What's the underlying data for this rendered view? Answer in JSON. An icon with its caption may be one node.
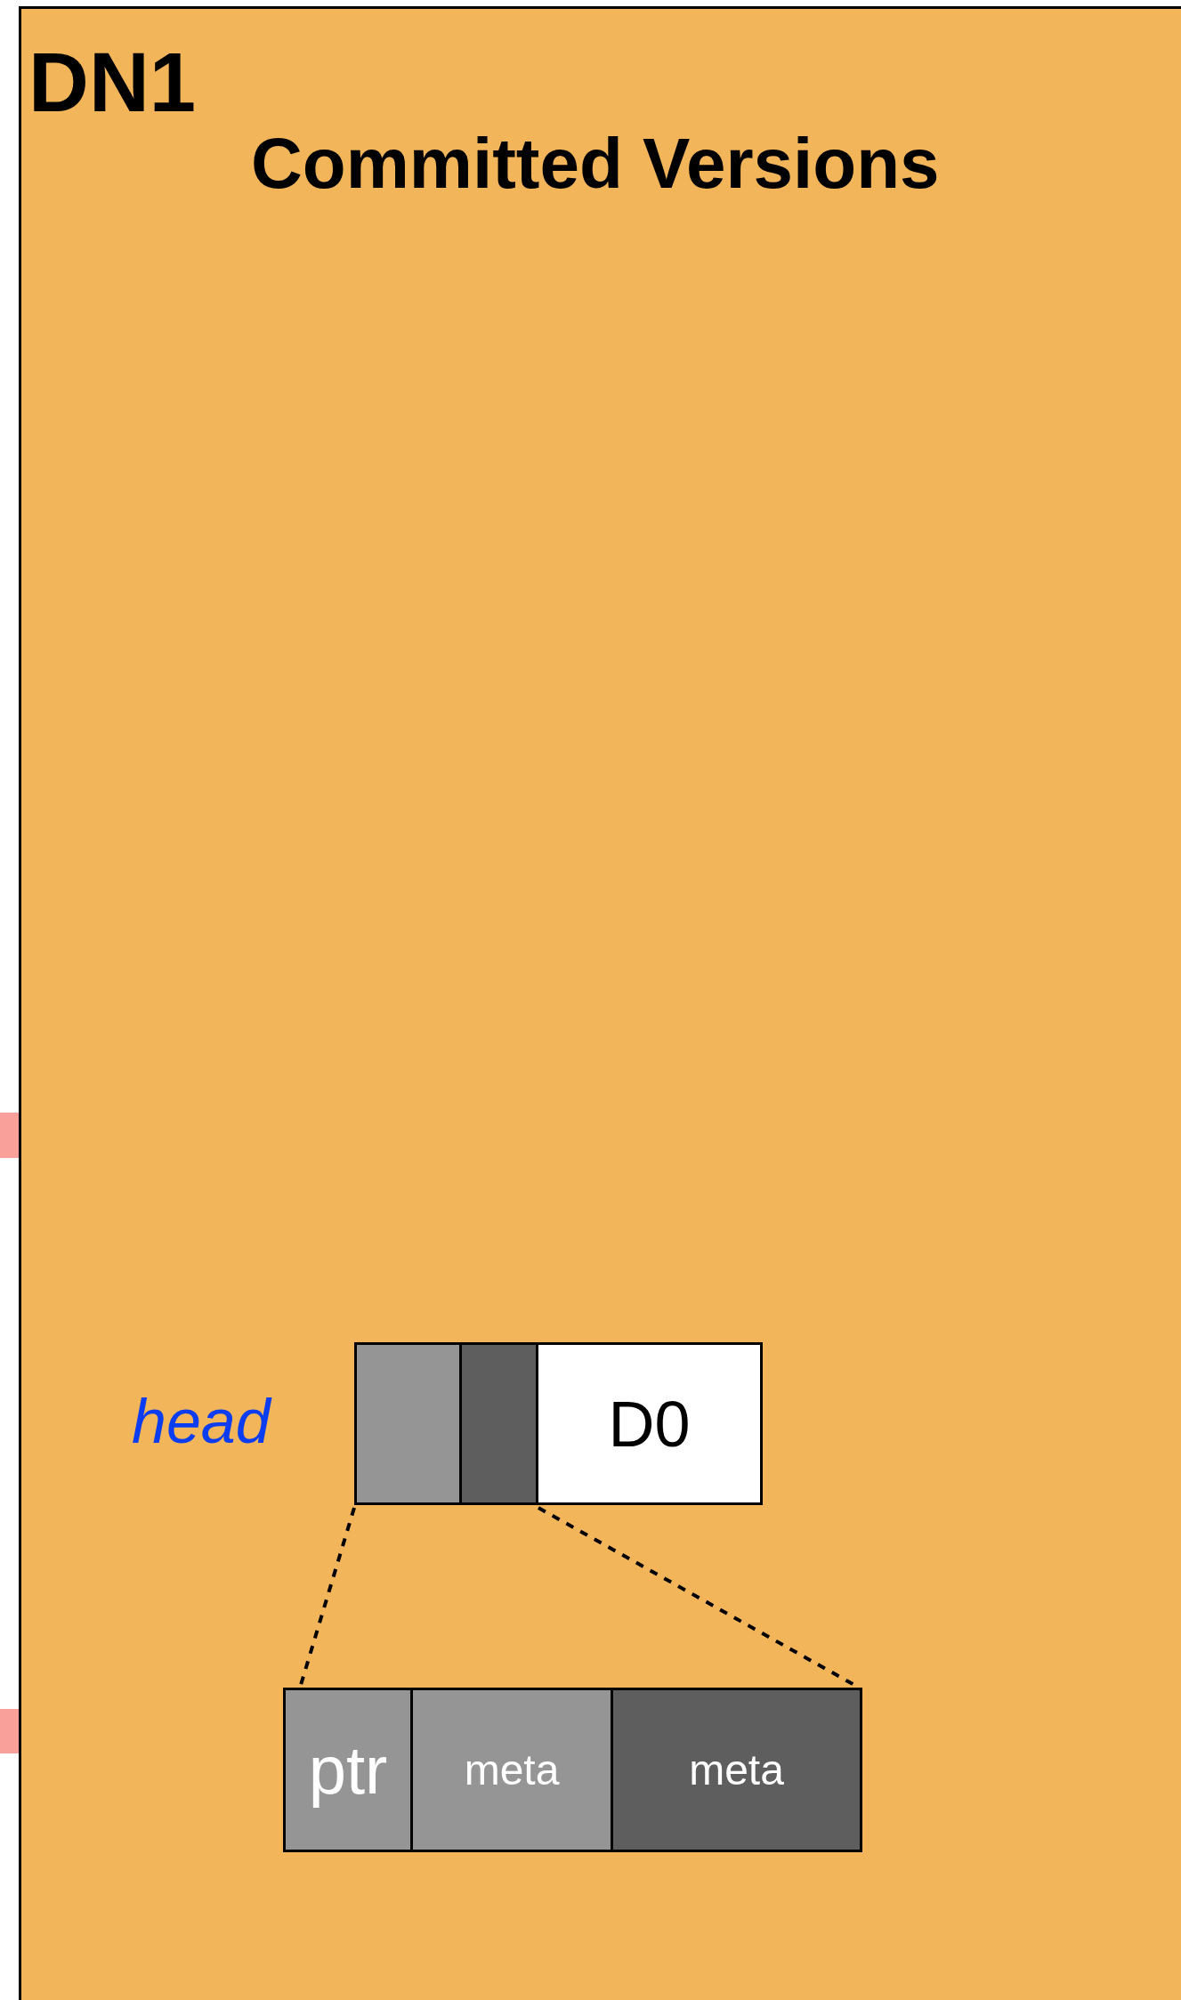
{
  "diagram": {
    "nodes": [
      {
        "text": [
          "DN1",
          "Committed Versions"
        ]
      },
      {
        "text": [],
        "shape": "box",
        "in": 0
      },
      {
        "text": [],
        "shape": "box",
        "in": 0
      },
      {
        "text": [
          "D0"
        ],
        "in": 0
      },
      {
        "text": [
          "ptr"
        ],
        "in": 0
      },
      {
        "text": [
          "meta"
        ],
        "in": 0
      },
      {
        "text": [
          "meta"
        ],
        "in": 0
      }
    ],
    "edges": [
      {
        "from": 1,
        "to": 4,
        "arrow": "none",
        "style": "dashed"
      },
      {
        "from": 2,
        "to": 6,
        "arrow": "none",
        "style": "dashed"
      }
    ],
    "labels": [
      "head"
    ]
  }
}
